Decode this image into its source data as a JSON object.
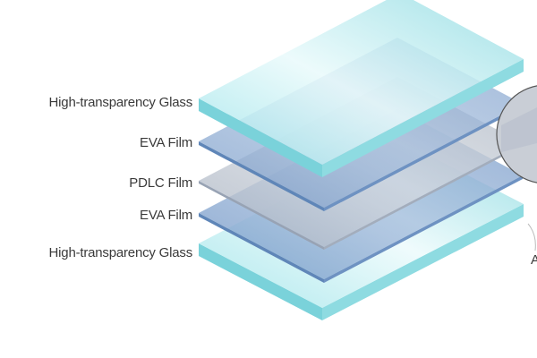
{
  "diagram": {
    "layers": [
      {
        "label": "High-transparency Glass",
        "material": "glass",
        "color": "#8fdde3"
      },
      {
        "label": "EVA Film",
        "material": "film",
        "color": "#7f9fc9"
      },
      {
        "label": "PDLC Film",
        "material": "pdlc",
        "color": "#b4bcc8"
      },
      {
        "label": "EVA Film",
        "material": "film",
        "color": "#7f9fc9"
      },
      {
        "label": "High-transparency Glass",
        "material": "glass",
        "color": "#8fdde3"
      }
    ],
    "edge_text": "A"
  }
}
